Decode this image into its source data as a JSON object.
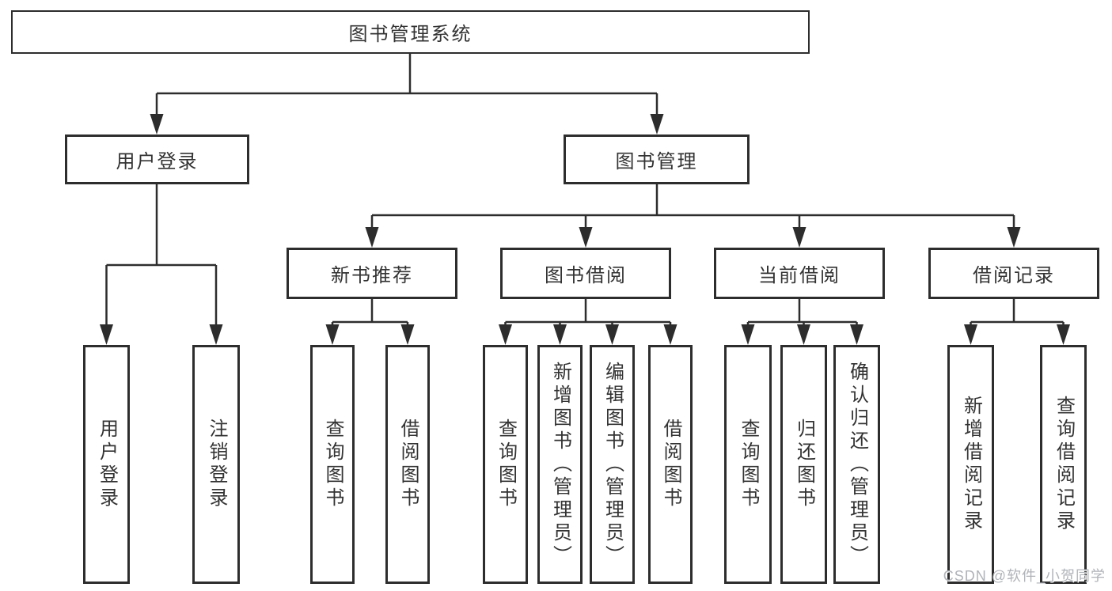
{
  "colors": {
    "line": "#2d2d2d",
    "box_border": "#2d2d2d",
    "text": "#333333",
    "background": "#ffffff",
    "watermark_text": "#b0b3b8"
  },
  "tree": {
    "root": {
      "label": "图书管理系统",
      "children": [
        {
          "label": "用户登录",
          "children": [
            {
              "label": "用户登录"
            },
            {
              "label": "注销登录"
            }
          ]
        },
        {
          "label": "图书管理",
          "children": [
            {
              "label": "新书推荐",
              "children": [
                {
                  "label": "查询图书"
                },
                {
                  "label": "借阅图书"
                }
              ]
            },
            {
              "label": "图书借阅",
              "children": [
                {
                  "label": "查询图书"
                },
                {
                  "label": "新增图书（管理员）"
                },
                {
                  "label": "编辑图书（管理员）"
                },
                {
                  "label": "借阅图书"
                }
              ]
            },
            {
              "label": "当前借阅",
              "children": [
                {
                  "label": "查询图书"
                },
                {
                  "label": "归还图书"
                },
                {
                  "label": "确认归还（管理员）"
                }
              ]
            },
            {
              "label": "借阅记录",
              "children": [
                {
                  "label": "新增借阅记录"
                },
                {
                  "label": "查询借阅记录"
                }
              ]
            }
          ]
        }
      ]
    }
  },
  "watermark": "CSDN @软件_小贺同学"
}
